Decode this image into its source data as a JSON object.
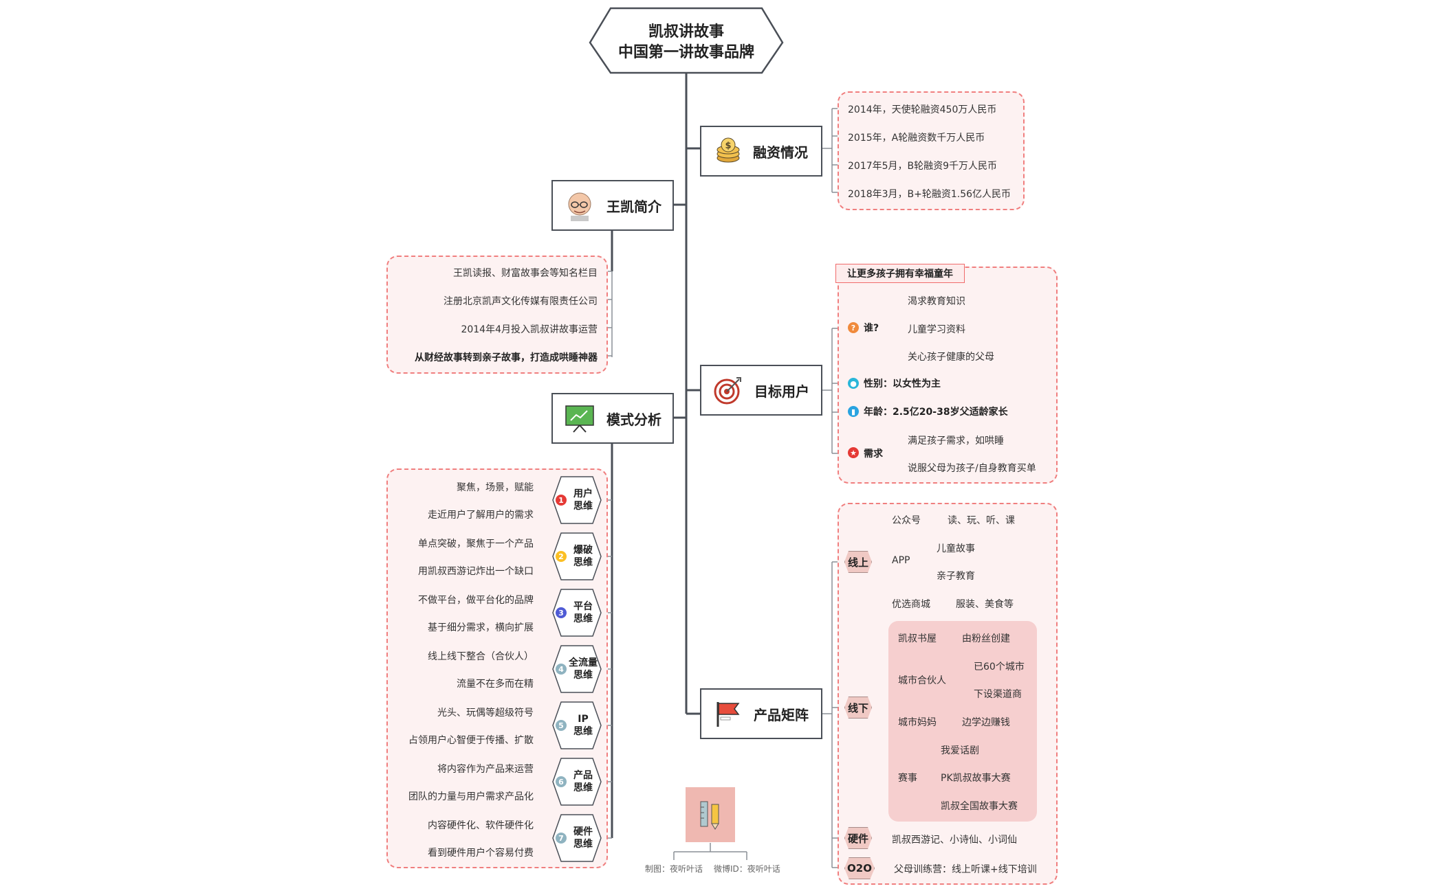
{
  "root": {
    "line1": "凯叔讲故事",
    "line2": "中国第一讲故事品牌"
  },
  "funding": {
    "title": "融资情况",
    "items": [
      "2014年，天使轮融资450万人民币",
      "2015年，A轮融资数千万人民币",
      "2017年5月，B轮融资9千万人民币",
      "2018年3月，B+轮融资1.56亿人民币"
    ]
  },
  "profile": {
    "title": "王凯简介",
    "items": [
      "王凯读报、财富故事会等知名栏目",
      "注册北京凯声文化传媒有限责任公司",
      "2014年4月投入凯叔讲故事运营",
      "从财经故事转到亲子故事，打造成哄睡神器"
    ]
  },
  "target": {
    "title": "目标用户",
    "slogan": "让更多孩子拥有幸福童年",
    "who": {
      "label": "谁?",
      "items": [
        "渴求教育知识",
        "儿童学习资料",
        "关心孩子健康的父母"
      ]
    },
    "gender": "性别：以女性为主",
    "age": "年龄：2.5亿20-38岁父适龄家长",
    "needs": {
      "label": "需求",
      "items": [
        "满足孩子需求，如哄睡",
        "说服父母为孩子/自身教育买单"
      ]
    }
  },
  "model": {
    "title": "模式分析",
    "items": [
      {
        "num": "1",
        "label": [
          "用户",
          "思维"
        ],
        "lines": [
          "聚焦，场景，赋能",
          "走近用户了解用户的需求"
        ],
        "color": "#e53935"
      },
      {
        "num": "2",
        "label": [
          "爆破",
          "思维"
        ],
        "lines": [
          "单点突破，聚焦于一个产品",
          "用凯叔西游记炸出一个缺口"
        ],
        "color": "#fbbf24"
      },
      {
        "num": "3",
        "label": [
          "平台",
          "思维"
        ],
        "lines": [
          "不做平台，做平台化的品牌",
          "基于细分需求，横向扩展"
        ],
        "color": "#4f5bd5"
      },
      {
        "num": "4",
        "label": [
          "全流量",
          "思维"
        ],
        "lines": [
          "线上线下整合（合伙人）",
          "流量不在多而在精"
        ],
        "color": "#8fb3c0"
      },
      {
        "num": "5",
        "label": [
          "IP",
          "思维"
        ],
        "lines": [
          "光头、玩偶等超级符号",
          "占领用户心智便于传播、扩散"
        ],
        "color": "#8fb3c0"
      },
      {
        "num": "6",
        "label": [
          "产品",
          "思维"
        ],
        "lines": [
          "将内容作为产品来运营",
          "团队的力量与用户需求产品化"
        ],
        "color": "#8fb3c0"
      },
      {
        "num": "7",
        "label": [
          "硬件",
          "思维"
        ],
        "lines": [
          "内容硬件化、软件硬件化",
          "看到硬件用户个容易付费"
        ],
        "color": "#8fb3c0"
      }
    ]
  },
  "product": {
    "title": "产品矩阵",
    "online": {
      "label": "线上",
      "gzh": {
        "label": "公众号",
        "value": "读、玩、听、课"
      },
      "app": {
        "label": "APP",
        "items": [
          "儿童故事",
          "亲子教育"
        ]
      },
      "mall": {
        "label": "优选商城",
        "value": "服装、美食等"
      }
    },
    "offline": {
      "label": "线下",
      "shop": {
        "label": "凯叔书屋",
        "value": "由粉丝创建"
      },
      "partner": {
        "label": "城市合伙人",
        "items": [
          "已60个城市",
          "下设渠道商"
        ]
      },
      "mom": {
        "label": "城市妈妈",
        "value": "边学边赚钱"
      },
      "contest": {
        "label": "赛事",
        "items": [
          "我爱话剧",
          "PK凯叔故事大赛",
          "凯叔全国故事大赛"
        ]
      }
    },
    "hardware": {
      "label": "硬件",
      "value": "凯叔西游记、小诗仙、小词仙"
    },
    "o2o": {
      "label": "O2O",
      "value": "父母训练营：线上听课+线下培训"
    }
  },
  "footer": {
    "made_by": "制图：夜听叶话",
    "weibo": "微博ID：夜听叶话"
  },
  "colors": {
    "line": "#4a4f57",
    "dash": "#f07e7e",
    "tag": "#f0c9c4"
  }
}
